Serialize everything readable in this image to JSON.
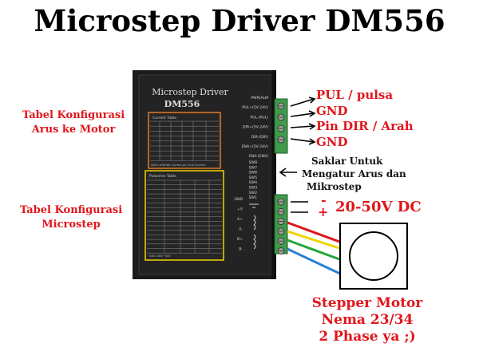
{
  "title": "Microstep Driver DM556",
  "device": {
    "brand_line": "Microstep  Driver",
    "model": "DM556",
    "current_table_title": "Current Table",
    "current_table_rows": 8,
    "current_table_note": "SW4=off/Half Current,on=Full Current",
    "pulse_table_title": "Pulse/rev Table",
    "pulse_table_rows": 16,
    "pulse_table_note": "Vdc=20V~50V",
    "top_labels": [
      "PWR/ALM",
      "PUL+(5V-24V)",
      "PUL-(PUL)",
      "DIR+(5V-24V)",
      "DIR-(DIR)",
      "ENA+(5V-24V)",
      "ENA-(ENA)"
    ],
    "switch_labels": [
      "SW8",
      "SW7",
      "SW6",
      "SW5",
      "SW4",
      "SW3",
      "SW2",
      "SW1"
    ],
    "bottom_labels": [
      "GND",
      "+V",
      "A+",
      "A-",
      "B+",
      "B-"
    ]
  },
  "annotations": {
    "current_table_label": [
      "Tabel Konfigurasi",
      "Arus ke Motor"
    ],
    "microstep_table_label": [
      "Tabel  Konfigurasi",
      "Microstep"
    ],
    "pul": "PUL / pulsa",
    "gnd1": "GND",
    "dir": "Pin DIR / Arah",
    "gnd2": "GND",
    "switch_note": [
      "Saklar Untuk",
      "Mengatur Arus dan",
      "Mikrostep"
    ],
    "minus": "-",
    "plus": "+",
    "power": "20-50V DC",
    "motor": [
      "Stepper Motor",
      "Nema 23/34",
      "2 Phase ya ;)"
    ]
  },
  "colors": {
    "annotation": "#e0161b",
    "current_table_border": "#e07b2a",
    "pulse_table_border": "#f0d400",
    "terminal_green": "#3f9a4a",
    "wire_red": "#e0161b",
    "wire_yellow": "#f0d400",
    "wire_green": "#22a83a",
    "wire_blue": "#2a7fd4"
  }
}
